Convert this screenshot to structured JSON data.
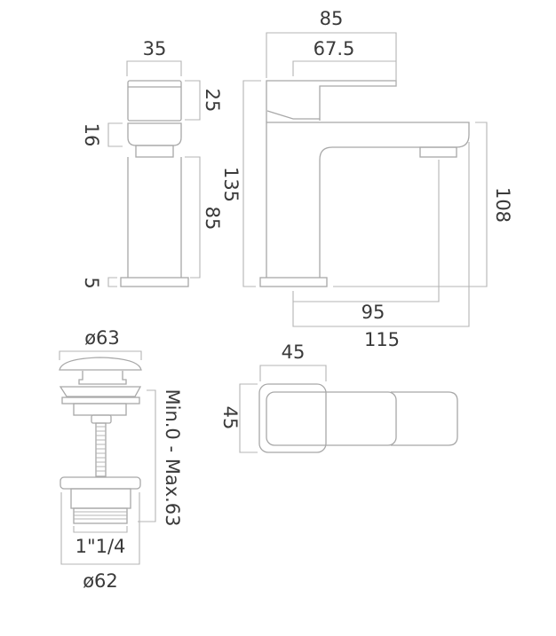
{
  "side_view": {
    "width": "35",
    "handle_height": "25",
    "collar_height": "16",
    "body_height": "85",
    "base_height": "5"
  },
  "front_view": {
    "overall_length": "85",
    "lever_length": "67.5",
    "overall_height": "135",
    "spout_height": "108",
    "spout_reach": "95",
    "total_reach": "115"
  },
  "top_view": {
    "width": "45",
    "depth": "45"
  },
  "waste": {
    "cap_diameter": "ø63",
    "thread_size": "1\"1/4",
    "flange_diameter": "ø62",
    "adjustment_range": "Min.0 - Max.63"
  }
}
